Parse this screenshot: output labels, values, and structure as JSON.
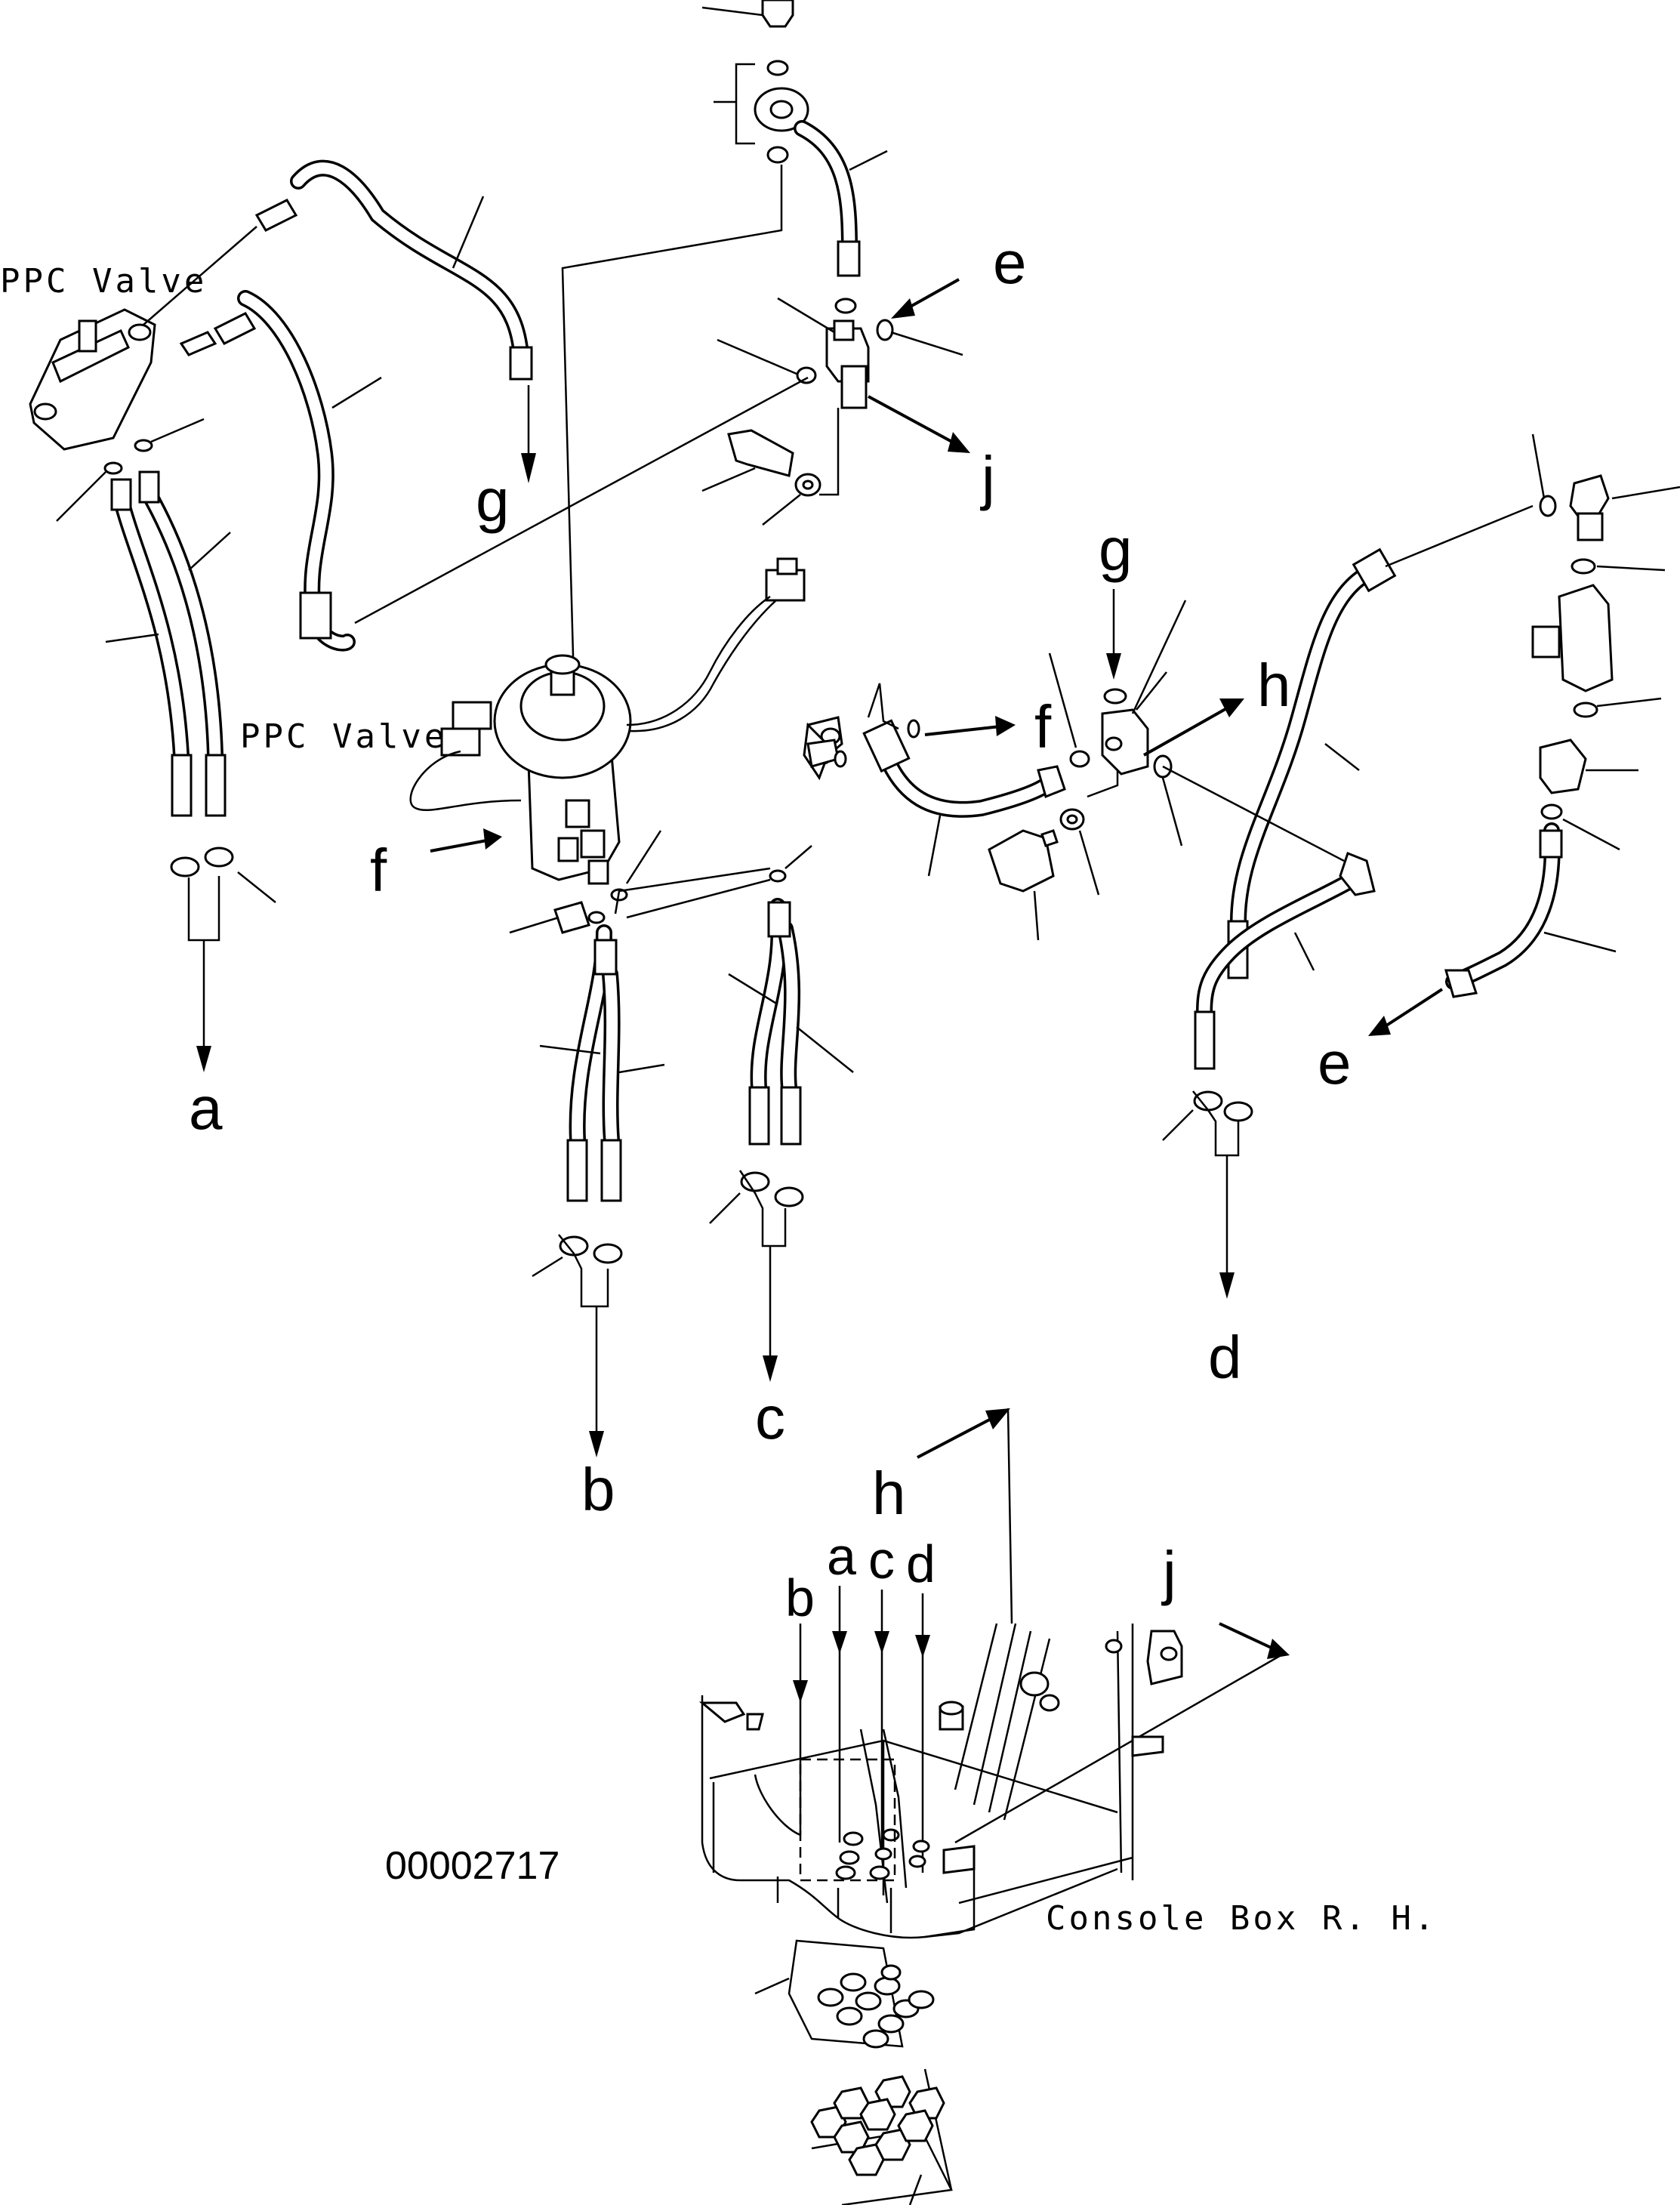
{
  "labels": {
    "ppc_valve_left": "PPC Valve",
    "ppc_valve_center": "PPC Valve",
    "console_box": "Console Box R. H.",
    "drawing_number": "00002717"
  },
  "route_letters": {
    "a": "a",
    "b": "b",
    "c": "c",
    "d": "d",
    "e": "e",
    "f": "f",
    "g": "g",
    "h": "h",
    "j": "j"
  }
}
